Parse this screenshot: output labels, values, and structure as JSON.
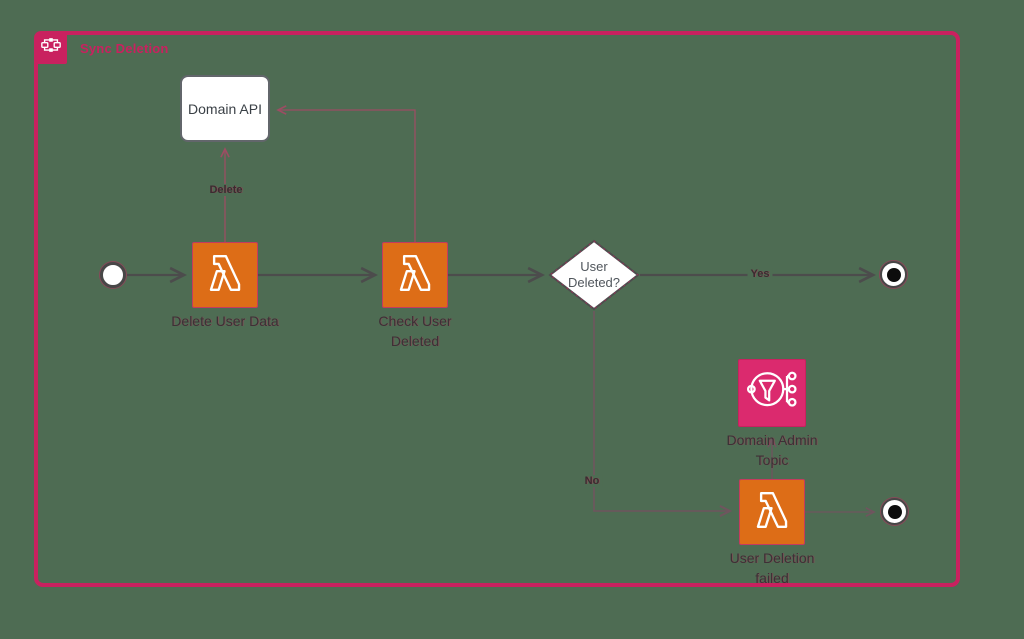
{
  "diagram": {
    "background_color": "#4e6c53",
    "group": {
      "label": "Sync Deletion",
      "border_color": "#c9215f",
      "icon": "aws-step-functions"
    },
    "nodes": {
      "start": {
        "kind": "start-state"
      },
      "domain_api": {
        "label": "Domain API",
        "kind": "process-box"
      },
      "delete_user_data": {
        "label": "Delete User Data",
        "icon": "aws-lambda",
        "color": "#dd6d17"
      },
      "check_user_deleted": {
        "label": "Check User Deleted",
        "icon": "aws-lambda",
        "color": "#dd6d17"
      },
      "user_deleted_choice": {
        "label": "User Deleted?",
        "kind": "decision-diamond"
      },
      "domain_admin_topic": {
        "label": "Domain Admin Topic",
        "icon": "aws-sns-topic",
        "color": "#db2a6e"
      },
      "user_deletion_failed": {
        "label": "User Deletion failed",
        "icon": "aws-lambda",
        "color": "#dd6d17"
      },
      "end_success": {
        "kind": "end-state"
      },
      "end_failure": {
        "kind": "end-state"
      }
    },
    "edges": {
      "start_to_delete": {
        "from": "start",
        "to": "delete_user_data"
      },
      "delete_to_api": {
        "from": "delete_user_data",
        "to": "domain_api",
        "label": "Delete"
      },
      "delete_to_check": {
        "from": "delete_user_data",
        "to": "check_user_deleted"
      },
      "check_to_api": {
        "from": "check_user_deleted",
        "to": "domain_api"
      },
      "check_to_choice": {
        "from": "check_user_deleted",
        "to": "user_deleted_choice"
      },
      "choice_yes": {
        "from": "user_deleted_choice",
        "to": "end_success",
        "label": "Yes"
      },
      "choice_no": {
        "from": "user_deleted_choice",
        "to": "user_deletion_failed",
        "label": "No"
      },
      "failed_to_topic": {
        "from": "user_deletion_failed",
        "to": "domain_admin_topic"
      },
      "failed_to_end": {
        "from": "user_deletion_failed",
        "to": "end_failure"
      }
    }
  }
}
